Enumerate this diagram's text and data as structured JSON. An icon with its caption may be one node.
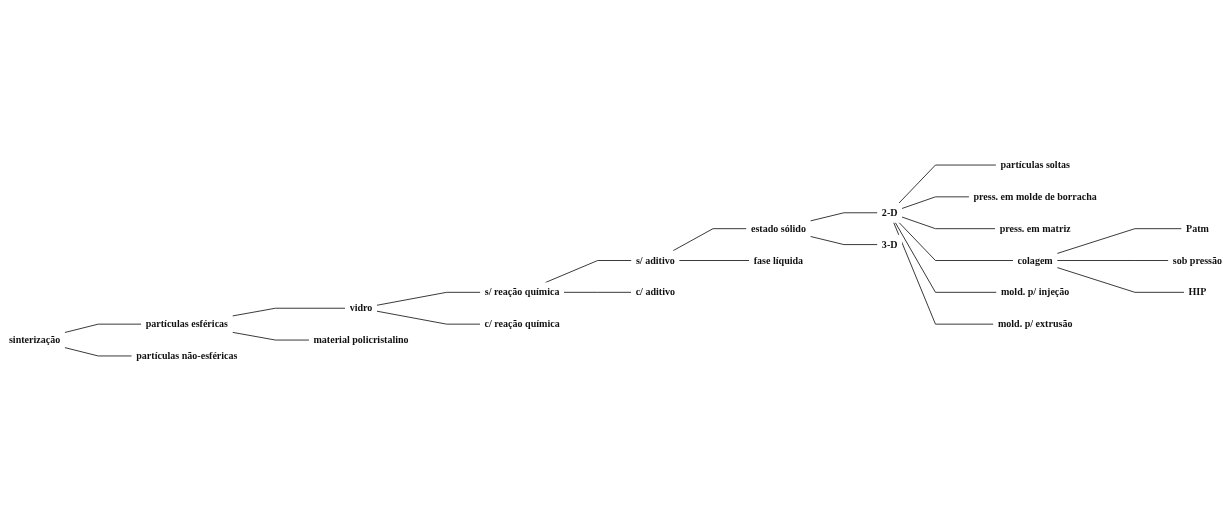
{
  "diagram": {
    "nodes": [
      {
        "text": [
          "sinterização"
        ]
      },
      {
        "text": [
          "partículas esféricas"
        ]
      },
      {
        "text": [
          "partículas não-esféricas"
        ]
      },
      {
        "text": [
          "vidro"
        ]
      },
      {
        "text": [
          "material policristalino"
        ]
      },
      {
        "text": [
          "s/ reação química"
        ]
      },
      {
        "text": [
          "c/ reação química"
        ]
      },
      {
        "text": [
          "s/ aditivo"
        ]
      },
      {
        "text": [
          "c/ aditivo"
        ]
      },
      {
        "text": [
          "estado sólido"
        ]
      },
      {
        "text": [
          "fase líquida"
        ]
      },
      {
        "text": [
          "2-D"
        ]
      },
      {
        "text": [
          "3-D"
        ]
      },
      {
        "text": [
          "partículas soltas"
        ]
      },
      {
        "text": [
          "press. em molde de borracha"
        ]
      },
      {
        "text": [
          "press. em matriz"
        ]
      },
      {
        "text": [
          "colagem"
        ]
      },
      {
        "text": [
          "mold. p/ injeção"
        ]
      },
      {
        "text": [
          "mold. p/ extrusão"
        ]
      },
      {
        "text": [
          "Patm"
        ]
      },
      {
        "text": [
          "sob pressão"
        ]
      },
      {
        "text": [
          "HIP"
        ]
      }
    ],
    "edges": [
      {
        "from": 0,
        "to": 1,
        "arrow": "none"
      },
      {
        "from": 0,
        "to": 2,
        "arrow": "none"
      },
      {
        "from": 1,
        "to": 3,
        "arrow": "none"
      },
      {
        "from": 1,
        "to": 4,
        "arrow": "none"
      },
      {
        "from": 3,
        "to": 5,
        "arrow": "none"
      },
      {
        "from": 3,
        "to": 6,
        "arrow": "none"
      },
      {
        "from": 5,
        "to": 7,
        "arrow": "none"
      },
      {
        "from": 5,
        "to": 8,
        "arrow": "none"
      },
      {
        "from": 7,
        "to": 9,
        "arrow": "none"
      },
      {
        "from": 7,
        "to": 10,
        "arrow": "none"
      },
      {
        "from": 9,
        "to": 11,
        "arrow": "none"
      },
      {
        "from": 9,
        "to": 12,
        "arrow": "none"
      },
      {
        "from": 11,
        "to": 13,
        "arrow": "none"
      },
      {
        "from": 11,
        "to": 14,
        "arrow": "none"
      },
      {
        "from": 11,
        "to": 15,
        "arrow": "none"
      },
      {
        "from": 11,
        "to": 16,
        "arrow": "none"
      },
      {
        "from": 11,
        "to": 17,
        "arrow": "none"
      },
      {
        "from": 11,
        "to": 18,
        "arrow": "none"
      },
      {
        "from": 16,
        "to": 19,
        "arrow": "none"
      },
      {
        "from": 16,
        "to": 20,
        "arrow": "none"
      },
      {
        "from": 16,
        "to": 21,
        "arrow": "none"
      }
    ]
  }
}
